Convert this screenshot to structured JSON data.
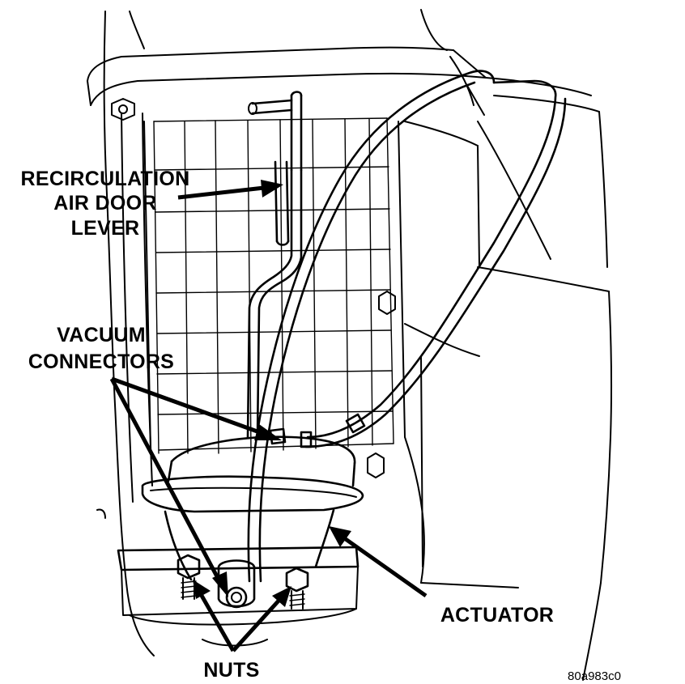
{
  "labels": {
    "recirc_line1": "RECIRCULATION",
    "recirc_line2": "AIR DOOR",
    "recirc_line3": "LEVER",
    "vacuum_line1": "VACUUM",
    "vacuum_line2": "CONNECTORS",
    "actuator": "ACTUATOR",
    "nuts": "NUTS"
  },
  "figure_code": "80a983c0"
}
